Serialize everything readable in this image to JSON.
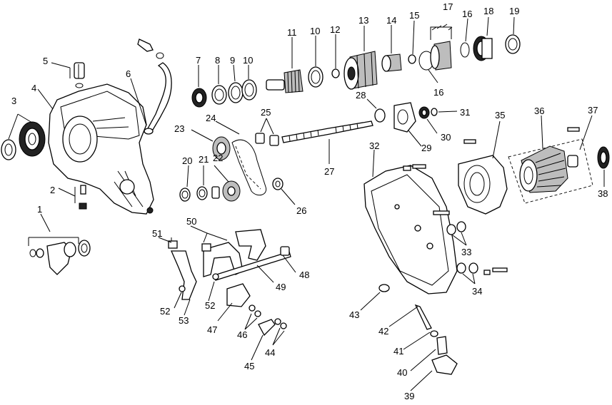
{
  "callouts": [
    {
      "id": "c1",
      "text": "1"
    },
    {
      "id": "c2",
      "text": "2"
    },
    {
      "id": "c3",
      "text": "3"
    },
    {
      "id": "c4",
      "text": "4"
    },
    {
      "id": "c5",
      "text": "5"
    },
    {
      "id": "c6",
      "text": "6"
    },
    {
      "id": "c7",
      "text": "7"
    },
    {
      "id": "c8",
      "text": "8"
    },
    {
      "id": "c9",
      "text": "9"
    },
    {
      "id": "c10a",
      "text": "10"
    },
    {
      "id": "c10b",
      "text": "10"
    },
    {
      "id": "c11",
      "text": "11"
    },
    {
      "id": "c12",
      "text": "12"
    },
    {
      "id": "c13",
      "text": "13"
    },
    {
      "id": "c14",
      "text": "14"
    },
    {
      "id": "c15",
      "text": "15"
    },
    {
      "id": "c16a",
      "text": "16"
    },
    {
      "id": "c16b",
      "text": "16"
    },
    {
      "id": "c17",
      "text": "17"
    },
    {
      "id": "c18",
      "text": "18"
    },
    {
      "id": "c19",
      "text": "19"
    },
    {
      "id": "c20",
      "text": "20"
    },
    {
      "id": "c21",
      "text": "21"
    },
    {
      "id": "c22",
      "text": "22"
    },
    {
      "id": "c23",
      "text": "23"
    },
    {
      "id": "c24",
      "text": "24"
    },
    {
      "id": "c25",
      "text": "25"
    },
    {
      "id": "c26",
      "text": "26"
    },
    {
      "id": "c27",
      "text": "27"
    },
    {
      "id": "c28",
      "text": "28"
    },
    {
      "id": "c29",
      "text": "29"
    },
    {
      "id": "c30",
      "text": "30"
    },
    {
      "id": "c31",
      "text": "31"
    },
    {
      "id": "c32",
      "text": "32"
    },
    {
      "id": "c33",
      "text": "33"
    },
    {
      "id": "c34",
      "text": "34"
    },
    {
      "id": "c35",
      "text": "35"
    },
    {
      "id": "c36",
      "text": "36"
    },
    {
      "id": "c37",
      "text": "37"
    },
    {
      "id": "c38",
      "text": "38"
    },
    {
      "id": "c39",
      "text": "39"
    },
    {
      "id": "c40",
      "text": "40"
    },
    {
      "id": "c41",
      "text": "41"
    },
    {
      "id": "c42",
      "text": "42"
    },
    {
      "id": "c43",
      "text": "43"
    },
    {
      "id": "c44",
      "text": "44"
    },
    {
      "id": "c45",
      "text": "45"
    },
    {
      "id": "c46",
      "text": "46"
    },
    {
      "id": "c47",
      "text": "47"
    },
    {
      "id": "c48",
      "text": "48"
    },
    {
      "id": "c49",
      "text": "49"
    },
    {
      "id": "c50",
      "text": "50"
    },
    {
      "id": "c51",
      "text": "51"
    },
    {
      "id": "c52a",
      "text": "52"
    },
    {
      "id": "c52b",
      "text": "52"
    },
    {
      "id": "c53",
      "text": "53"
    }
  ]
}
